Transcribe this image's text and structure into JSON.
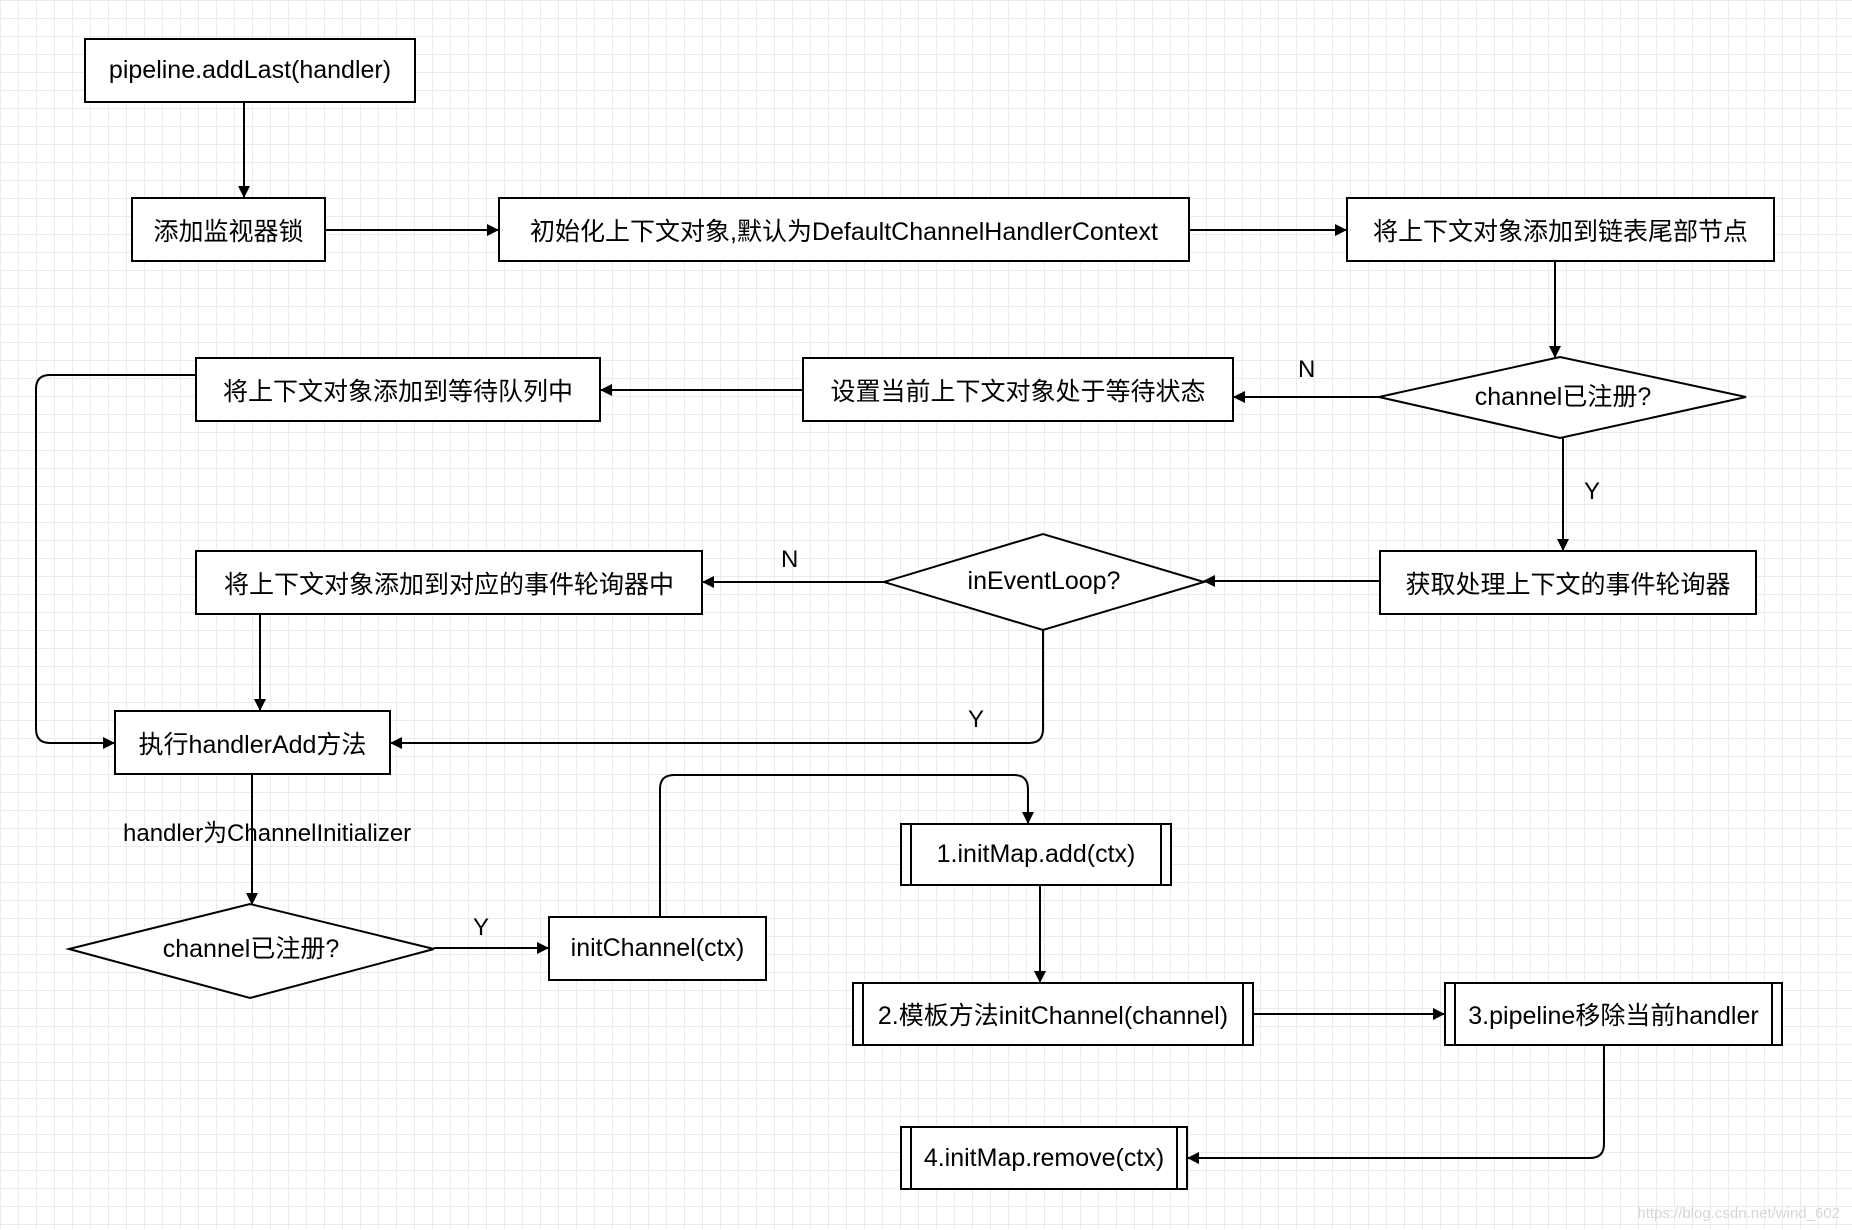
{
  "nodes": {
    "pipeline_addlast": "pipeline.addLast(handler)",
    "add_monitor_lock": "添加监视器锁",
    "init_context": "初始化上下文对象,默认为DefaultChannelHandlerContext",
    "append_tail": "将上下文对象添加到链表尾部节点",
    "channel_registered_1": "channel已注册?",
    "set_waiting": "设置当前上下文对象处于等待状态",
    "add_waiting_queue": "将上下文对象添加到等待队列中",
    "get_event_loop": "获取处理上下文的事件轮询器",
    "in_event_loop": "inEventLoop?",
    "add_to_event_loop": "将上下文对象添加到对应的事件轮询器中",
    "exec_handler_add": "执行handlerAdd方法",
    "channel_registered_2": "channel已注册?",
    "init_channel": "initChannel(ctx)",
    "step1": "1.initMap.add(ctx)",
    "step2": "2.模板方法initChannel(channel)",
    "step3": "3.pipeline移除当前handler",
    "step4": "4.initMap.remove(ctx)"
  },
  "edge_labels": {
    "registered_no": "N",
    "registered_yes": "Y",
    "event_loop_no": "N",
    "event_loop_yes": "Y",
    "handler_condition": "handler为ChannelInitializer",
    "registered_2_yes": "Y"
  },
  "watermark": "https://blog.csdn.net/wind_602",
  "colors": {
    "line": "#000000",
    "grid": "#ebebeb",
    "background": "#ffffff"
  }
}
